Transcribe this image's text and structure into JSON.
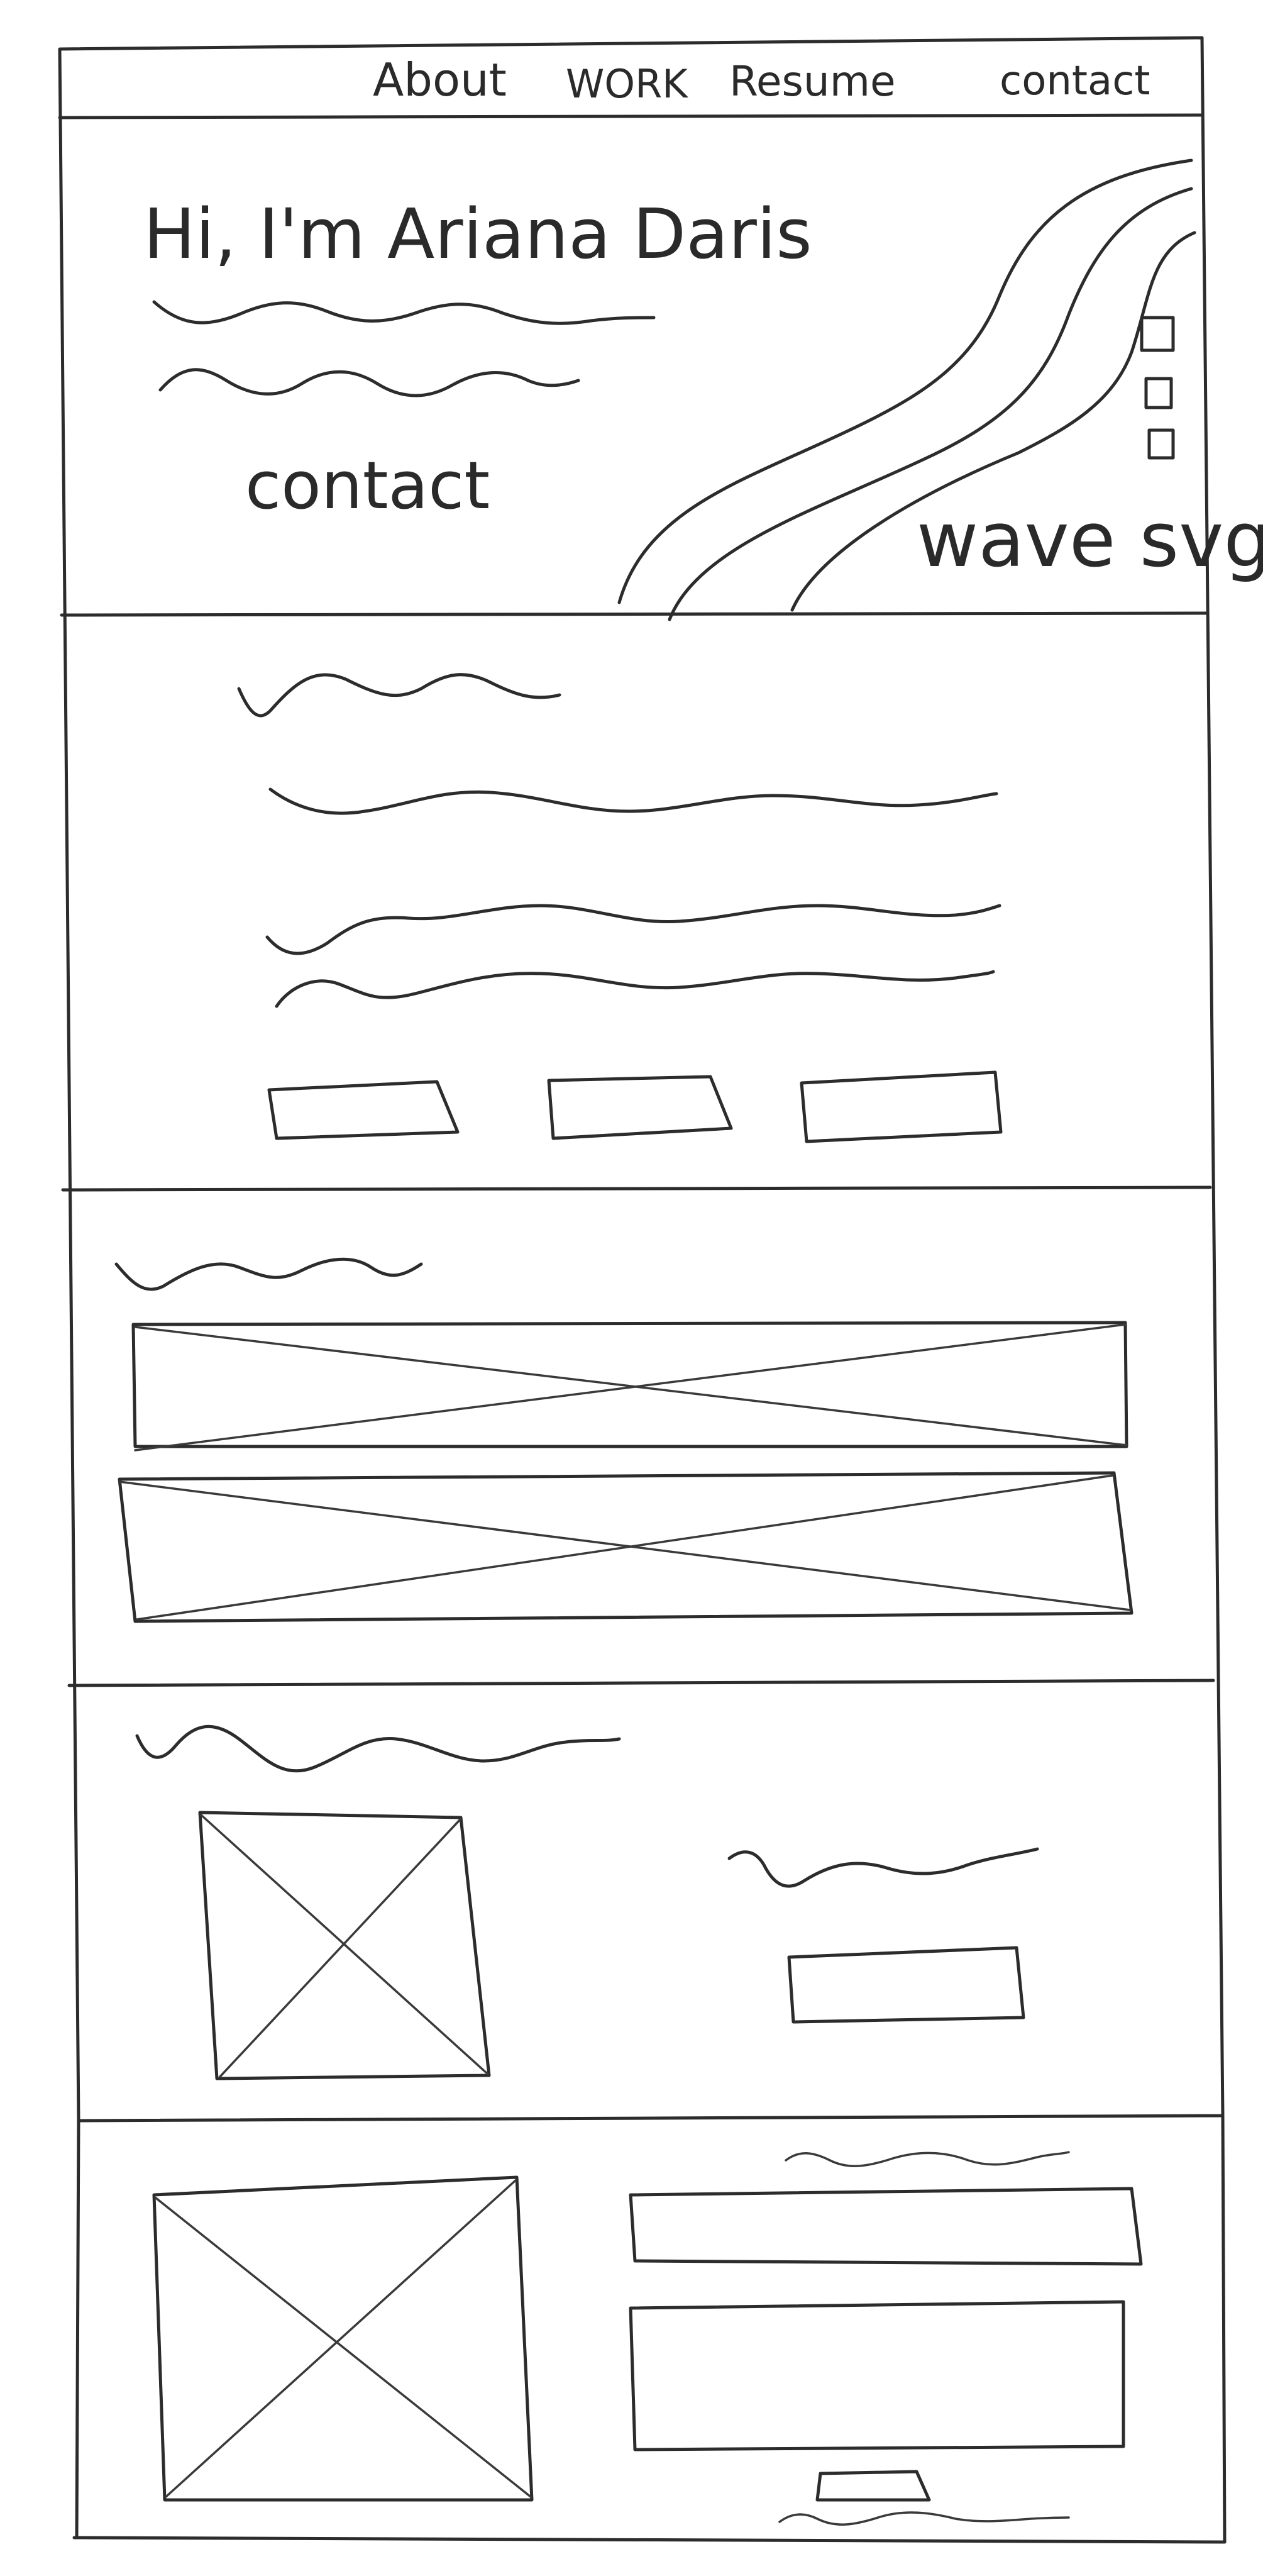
{
  "nav": {
    "items": [
      "About",
      "WORK",
      "Resume",
      "contact"
    ]
  },
  "hero": {
    "greeting": "Hi, I'm Ariana Daris",
    "contact_label": "contact",
    "wave_label": "wave svg"
  }
}
